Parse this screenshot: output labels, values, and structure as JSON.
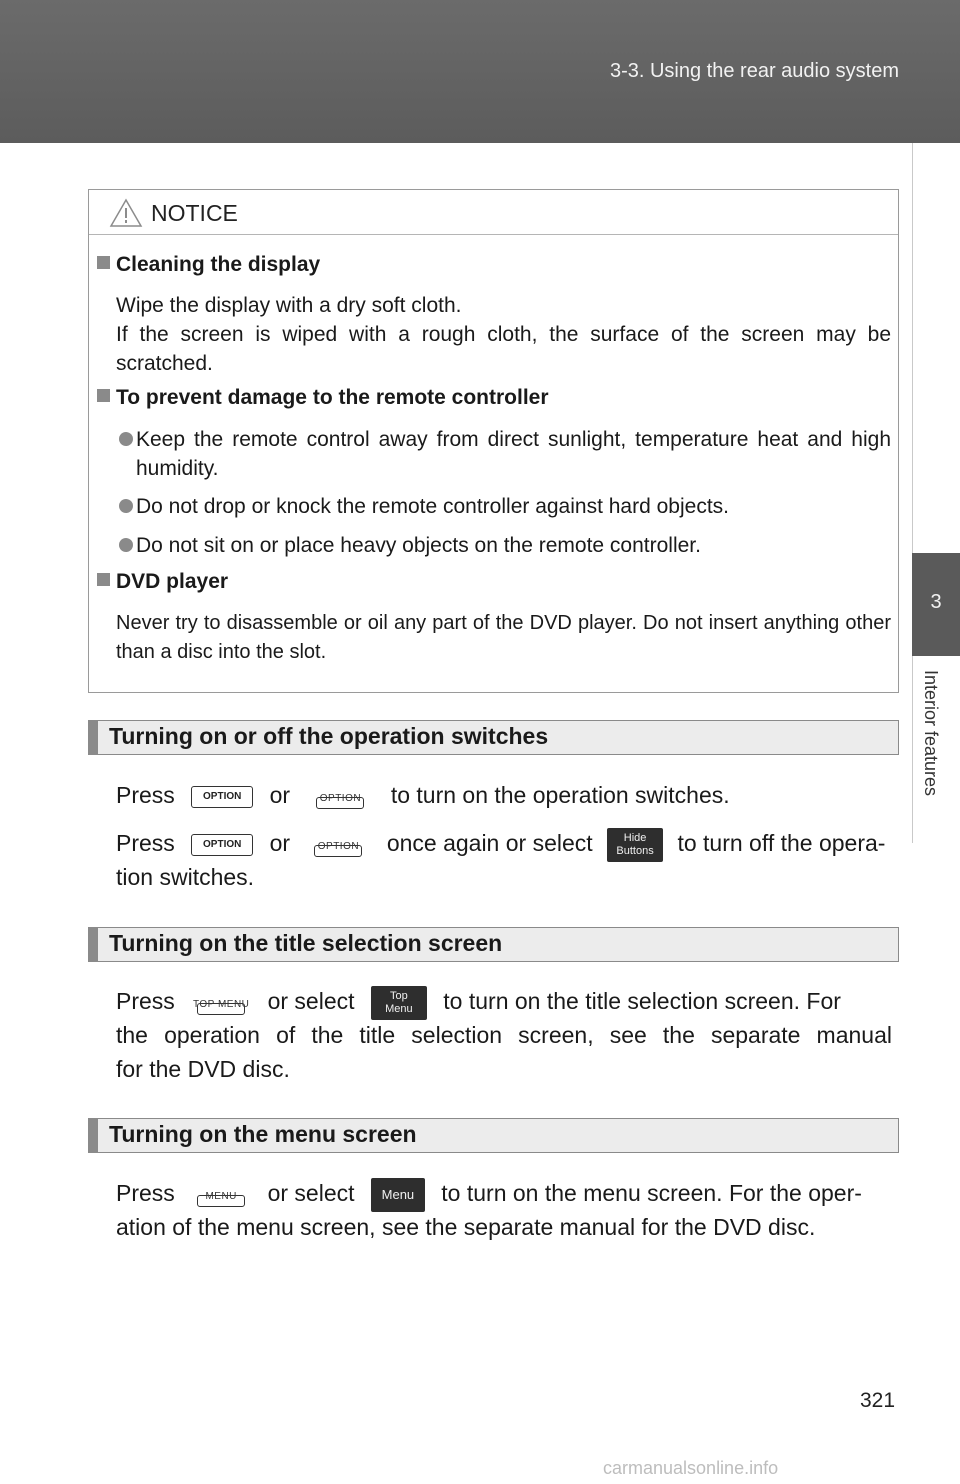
{
  "header": {
    "title": "3-3. Using the rear audio system"
  },
  "side_tab": {
    "number": "3",
    "label": "Interior features"
  },
  "notice": {
    "title": "NOTICE",
    "cleaning_title": "Cleaning the display",
    "cleaning_text": "Wipe the display with a dry soft cloth.",
    "cleaning_text2": "If the screen is wiped with a rough cloth, the surface of the screen may be scratched.",
    "remote_title": "To prevent damage to the remote controller",
    "remote_b1": "Keep the remote control away from direct sunlight, temperature heat and high humidity.",
    "remote_b2": "Do not drop or knock the remote controller against hard objects.",
    "remote_b3": "Do not sit on or place heavy objects on the remote controller.",
    "dvd_title": "DVD player",
    "dvd_text": "Never try to disassemble or oil any part of the DVD player. Do not insert anything other than a disc into the slot."
  },
  "sections": {
    "s1_title": "Turning on or off the operation switches",
    "s2_title": "Turning on the title selection screen",
    "s3_title": "Turning on the menu screen"
  },
  "body": {
    "press": "Press",
    "or": "or",
    "or_select": "or select",
    "s1_line1_end": "to turn on the operation switches.",
    "s1_line2_mid": "once again or select",
    "s1_line2_end": "to turn off the opera-",
    "s1_line3": "tion switches.",
    "s2_line1_end": "to turn on the title selection screen. For",
    "s2_line2": "the operation of the title selection screen, see the separate manual",
    "s2_line3": "for the DVD disc.",
    "s3_line1_end": "to turn on the menu screen. For the oper-",
    "s3_line2": "ation of the menu screen, see the separate manual for the DVD disc."
  },
  "buttons": {
    "option": "OPTION",
    "hide_buttons_1": "Hide",
    "hide_buttons_2": "Buttons",
    "top_menu": "TOP MENU",
    "top_menu_btn_1": "Top",
    "top_menu_btn_2": "Menu",
    "menu": "MENU",
    "menu_btn": "Menu"
  },
  "page_number": "321",
  "footer_url": "carmanualsonline.info"
}
